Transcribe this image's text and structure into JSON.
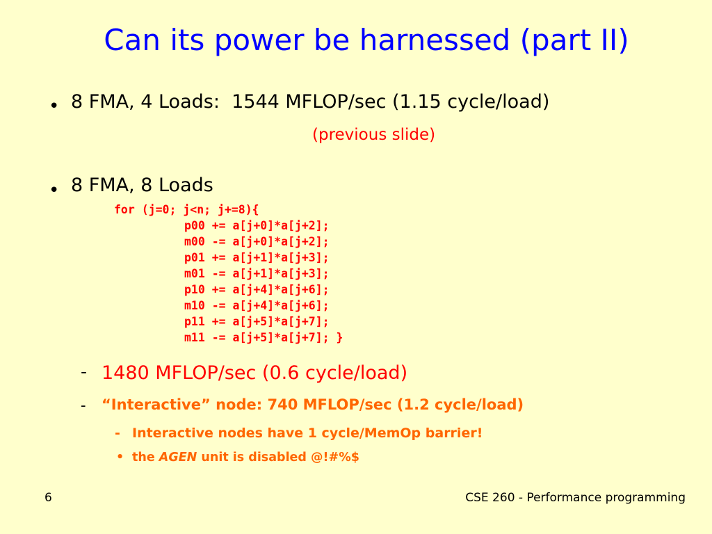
{
  "slide": {
    "title": "Can its power be harnessed (part II)",
    "bullet1": {
      "marker": "•",
      "text": "8 FMA, 4 Loads:  1544 MFLOP/sec (1.15 cycle/load)",
      "note": "(previous slide)"
    },
    "bullet2": {
      "marker": "•",
      "text": "8 FMA, 8 Loads",
      "code": [
        "for (j=0; j<n; j+=8){",
        "p00 += a[j+0]*a[j+2];",
        "m00 -= a[j+0]*a[j+2];",
        "p01 += a[j+1]*a[j+3];",
        "m01 -= a[j+1]*a[j+3];",
        "p10 += a[j+4]*a[j+6];",
        "m10 -= a[j+4]*a[j+6];",
        "p11 += a[j+5]*a[j+7];",
        "m11 -= a[j+5]*a[j+7]; }"
      ],
      "sub1": {
        "marker": "-",
        "text": "1480 MFLOP/sec (0.6 cycle/load)"
      },
      "sub2": {
        "marker": "-",
        "text": "“Interactive” node: 740 MFLOP/sec (1.2 cycle/load)"
      },
      "sub3": {
        "marker": "-",
        "text": "Interactive nodes have 1 cycle/MemOp barrier!"
      },
      "sub4": {
        "marker": "•",
        "text_before": "the ",
        "text_italic": "AGEN",
        "text_after": " unit is disabled @!#%$"
      }
    },
    "footer": {
      "page_number": "6",
      "course": "CSE 260 - Performance programming"
    },
    "colors": {
      "background": "#FFFFCC",
      "title": "#0000FF",
      "code": "#FF0000",
      "highlight_red": "#FF0000",
      "highlight_orange": "#FF6600"
    }
  }
}
